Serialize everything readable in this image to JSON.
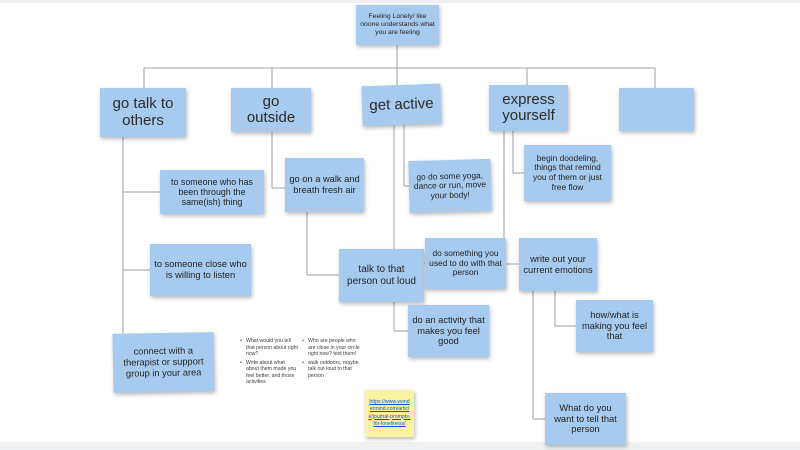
{
  "board": {
    "colors": {
      "sticky_blue": "#a7cbef",
      "sticky_yellow": "#fbf3a1",
      "link_blue": "#1155cc",
      "connector_gray": "#9aa0a6"
    },
    "root": {
      "text": "Feeling Lonely/ like noone understands what you are feeling"
    },
    "branches": [
      {
        "label": "go talk to others",
        "children": [
          "to someone who has been through the same(ish) thing",
          "to someone close who is willing to listen",
          "connect with a therapist or support group in your area"
        ]
      },
      {
        "label": "go outside",
        "children": [
          "go on a walk and breath fresh air",
          "talk to that person out loud"
        ]
      },
      {
        "label": "get active",
        "children": [
          "go do some yoga, dance or run, move your body!",
          "do something you used to do with that person",
          "do an activity that makes you feel good"
        ]
      },
      {
        "label": "express yourself",
        "children": [
          "begin doodeling, things that remind you of them or just free flow",
          "write out your current emotions",
          "how/what is making you feel that",
          "What do you want to tell that person"
        ]
      },
      {
        "label": "",
        "children": []
      }
    ],
    "bullet_lists": [
      {
        "items": [
          "What would you tell that person about right now?",
          "Write about what about them made you feel better, and those activities"
        ]
      },
      {
        "items": [
          "Who are people who are close in your circle right now? text them!",
          "walk outdoors, maybe talk out loud to that person"
        ]
      }
    ],
    "link_note": {
      "text": "https://www.wondermind.com/article/journal-prompts-for-loneliness/"
    }
  }
}
